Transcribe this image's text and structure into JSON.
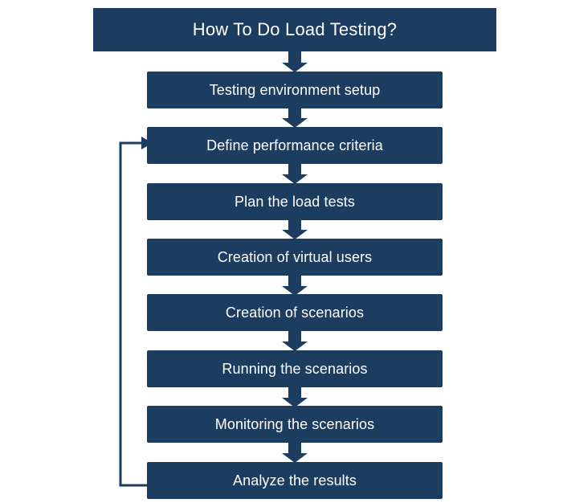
{
  "diagram": {
    "type": "flowchart",
    "title": "How To Do Load Testing?",
    "colors": {
      "box_fill": "#1c3c60",
      "box_text": "#ffffff",
      "background": "#ffffff",
      "arrow": "#1c3c60"
    },
    "steps": [
      {
        "label": "Testing environment setup"
      },
      {
        "label": "Define performance criteria"
      },
      {
        "label": "Plan the load tests"
      },
      {
        "label": "Creation of virtual users"
      },
      {
        "label": "Creation of scenarios"
      },
      {
        "label": "Running the scenarios"
      },
      {
        "label": "Monitoring the scenarios"
      },
      {
        "label": "Analyze the results"
      }
    ],
    "feedback_loop": {
      "from": "Analyze the results",
      "to": "Define performance criteria"
    }
  }
}
